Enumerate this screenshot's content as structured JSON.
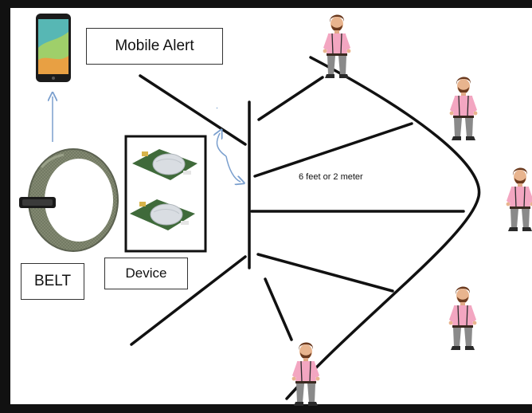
{
  "labels": {
    "mobile_alert": "Mobile Alert",
    "belt": "BELT",
    "device": "Device",
    "distance": "6 feet or 2 meter"
  },
  "icons": {
    "phone": "smartphone-icon",
    "belt": "mesh-watch-strap",
    "sensor": "pir-sensor-module",
    "person": "person-figure"
  },
  "colors": {
    "line": "#111111",
    "arrow": "#7a9fce",
    "belt": "#6f7660",
    "sensor_board": "#3f6a3a",
    "sensor_dome": "#d9dde2",
    "shirt": "#f3a6c1",
    "pants": "#8a8a8a",
    "hair": "#6b3a1e"
  }
}
